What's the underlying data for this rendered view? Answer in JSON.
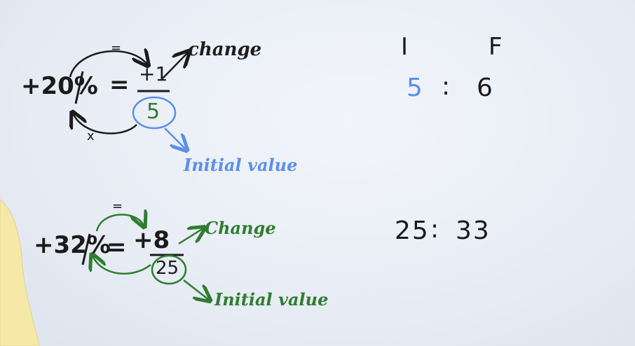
{
  "colors": {
    "board": "#e9eef6",
    "ink_dark": "#1b1b1b",
    "ink_green": "#2f7d2f",
    "ink_blue": "#5b8ff0",
    "sleeve": "#f6e9a8"
  },
  "example1": {
    "percent": "+20%",
    "equals": "=",
    "numerator": "+1",
    "denominator": "5",
    "arc_top_mark": "=",
    "arc_bottom_mark": "x",
    "change_label": "change",
    "initial_label": "Initial value"
  },
  "ratio1": {
    "head_initial": "I",
    "head_final": "F",
    "initial": "5",
    "colon": ":",
    "final": "6"
  },
  "example2": {
    "percent": "+32%",
    "equals": "=",
    "numerator": "+8",
    "denominator": "25",
    "arc_top_mark": "=",
    "change_label": "Change",
    "initial_label": "Initial value"
  },
  "ratio2": {
    "initial": "25",
    "colon": ":",
    "final": "33"
  }
}
